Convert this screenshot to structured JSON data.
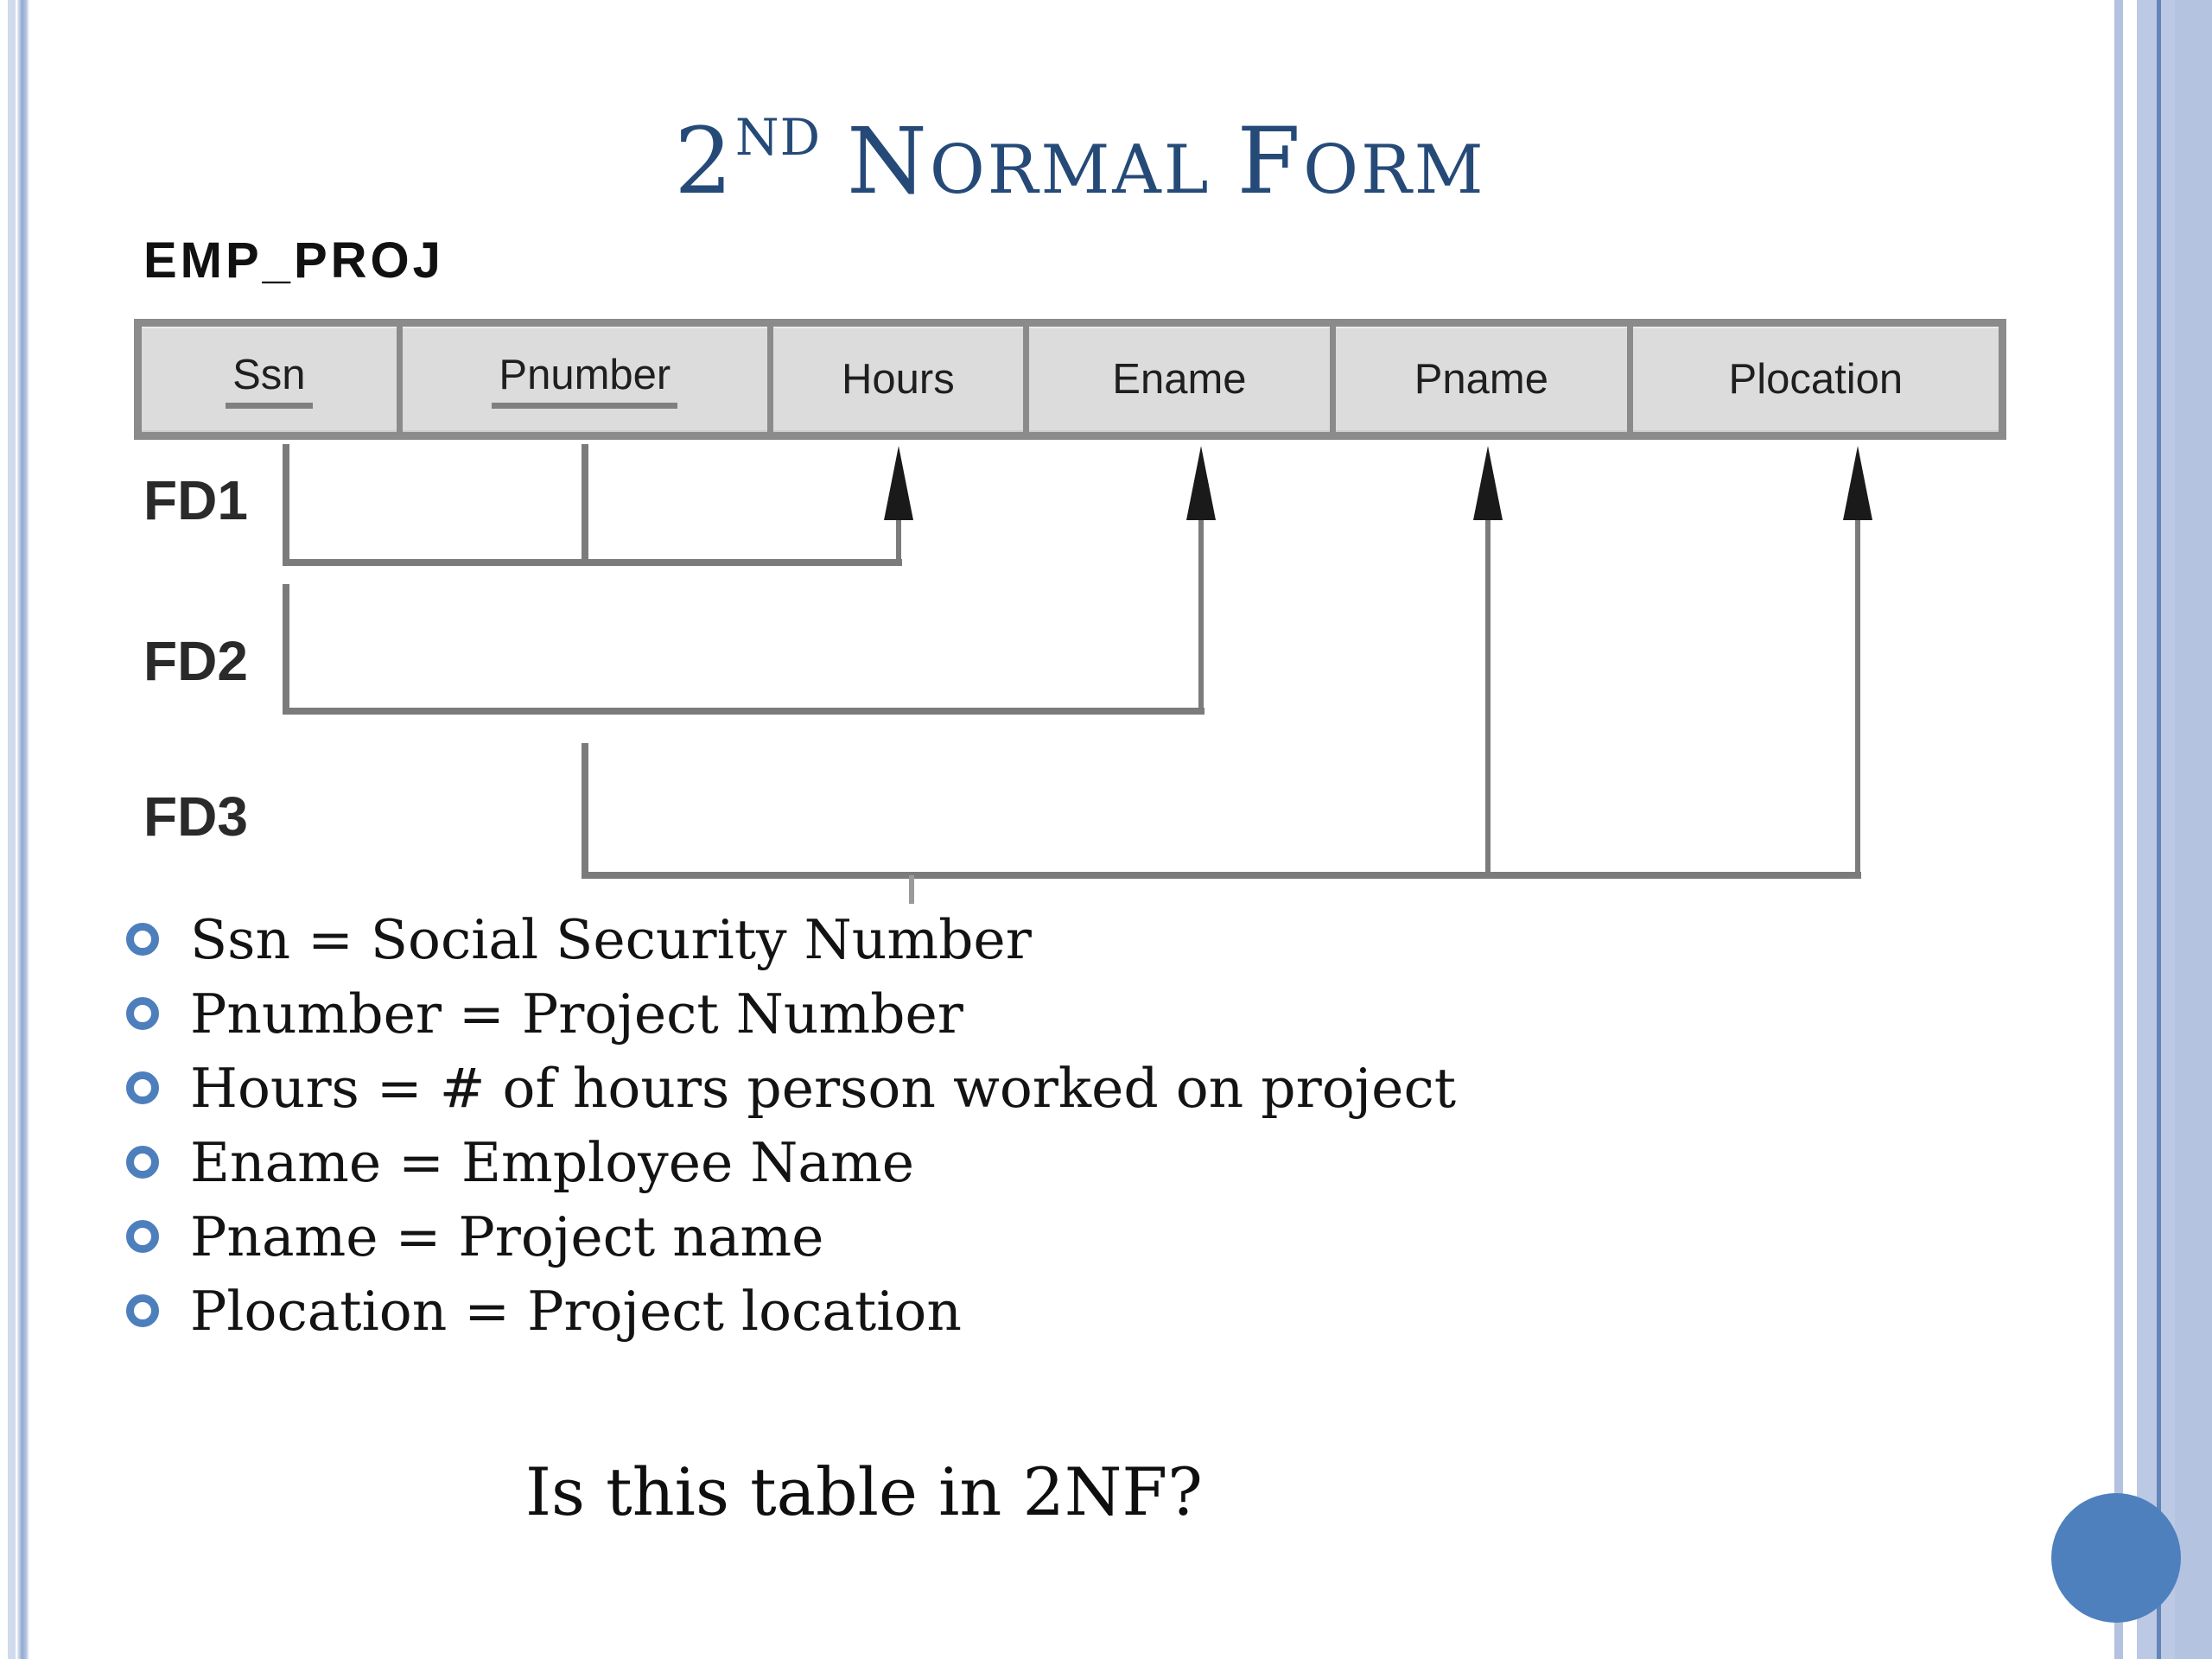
{
  "title": {
    "number": "2",
    "ordinal": "ND",
    "word1_first": "N",
    "word1_rest": "ORMAL",
    "word2_first": "F",
    "word2_rest": "ORM"
  },
  "table": {
    "name": "EMP_PROJ",
    "columns": [
      {
        "label": "Ssn",
        "key": true
      },
      {
        "label": "Pnumber",
        "key": true
      },
      {
        "label": "Hours",
        "key": false
      },
      {
        "label": "Ename",
        "key": false
      },
      {
        "label": "Pname",
        "key": false
      },
      {
        "label": "Plocation",
        "key": false
      }
    ]
  },
  "fds": [
    {
      "label": "FD1",
      "determinant": [
        "Ssn",
        "Pnumber"
      ],
      "dependent": [
        "Hours"
      ]
    },
    {
      "label": "FD2",
      "determinant": [
        "Ssn"
      ],
      "dependent": [
        "Ename"
      ]
    },
    {
      "label": "FD3",
      "determinant": [
        "Pnumber"
      ],
      "dependent": [
        "Pname",
        "Plocation"
      ]
    }
  ],
  "bullets": [
    "Ssn = Social Security Number",
    "Pnumber = Project Number",
    "Hours = # of hours person worked on project",
    "Ename = Employee Name",
    "Pname = Project name",
    "Plocation = Project location"
  ],
  "question": "Is this table in 2NF?",
  "colors": {
    "accent_blue": "#4E80BE",
    "title_blue": "#254A78",
    "table_fill": "#DCDCDC",
    "table_border": "#8B8B8B",
    "fd_line": "#7B7B7B",
    "arrow_black": "#1A1A1A",
    "bullet_ring": "#4D7FBC",
    "edge_band_blue": "#BCC9E4"
  }
}
